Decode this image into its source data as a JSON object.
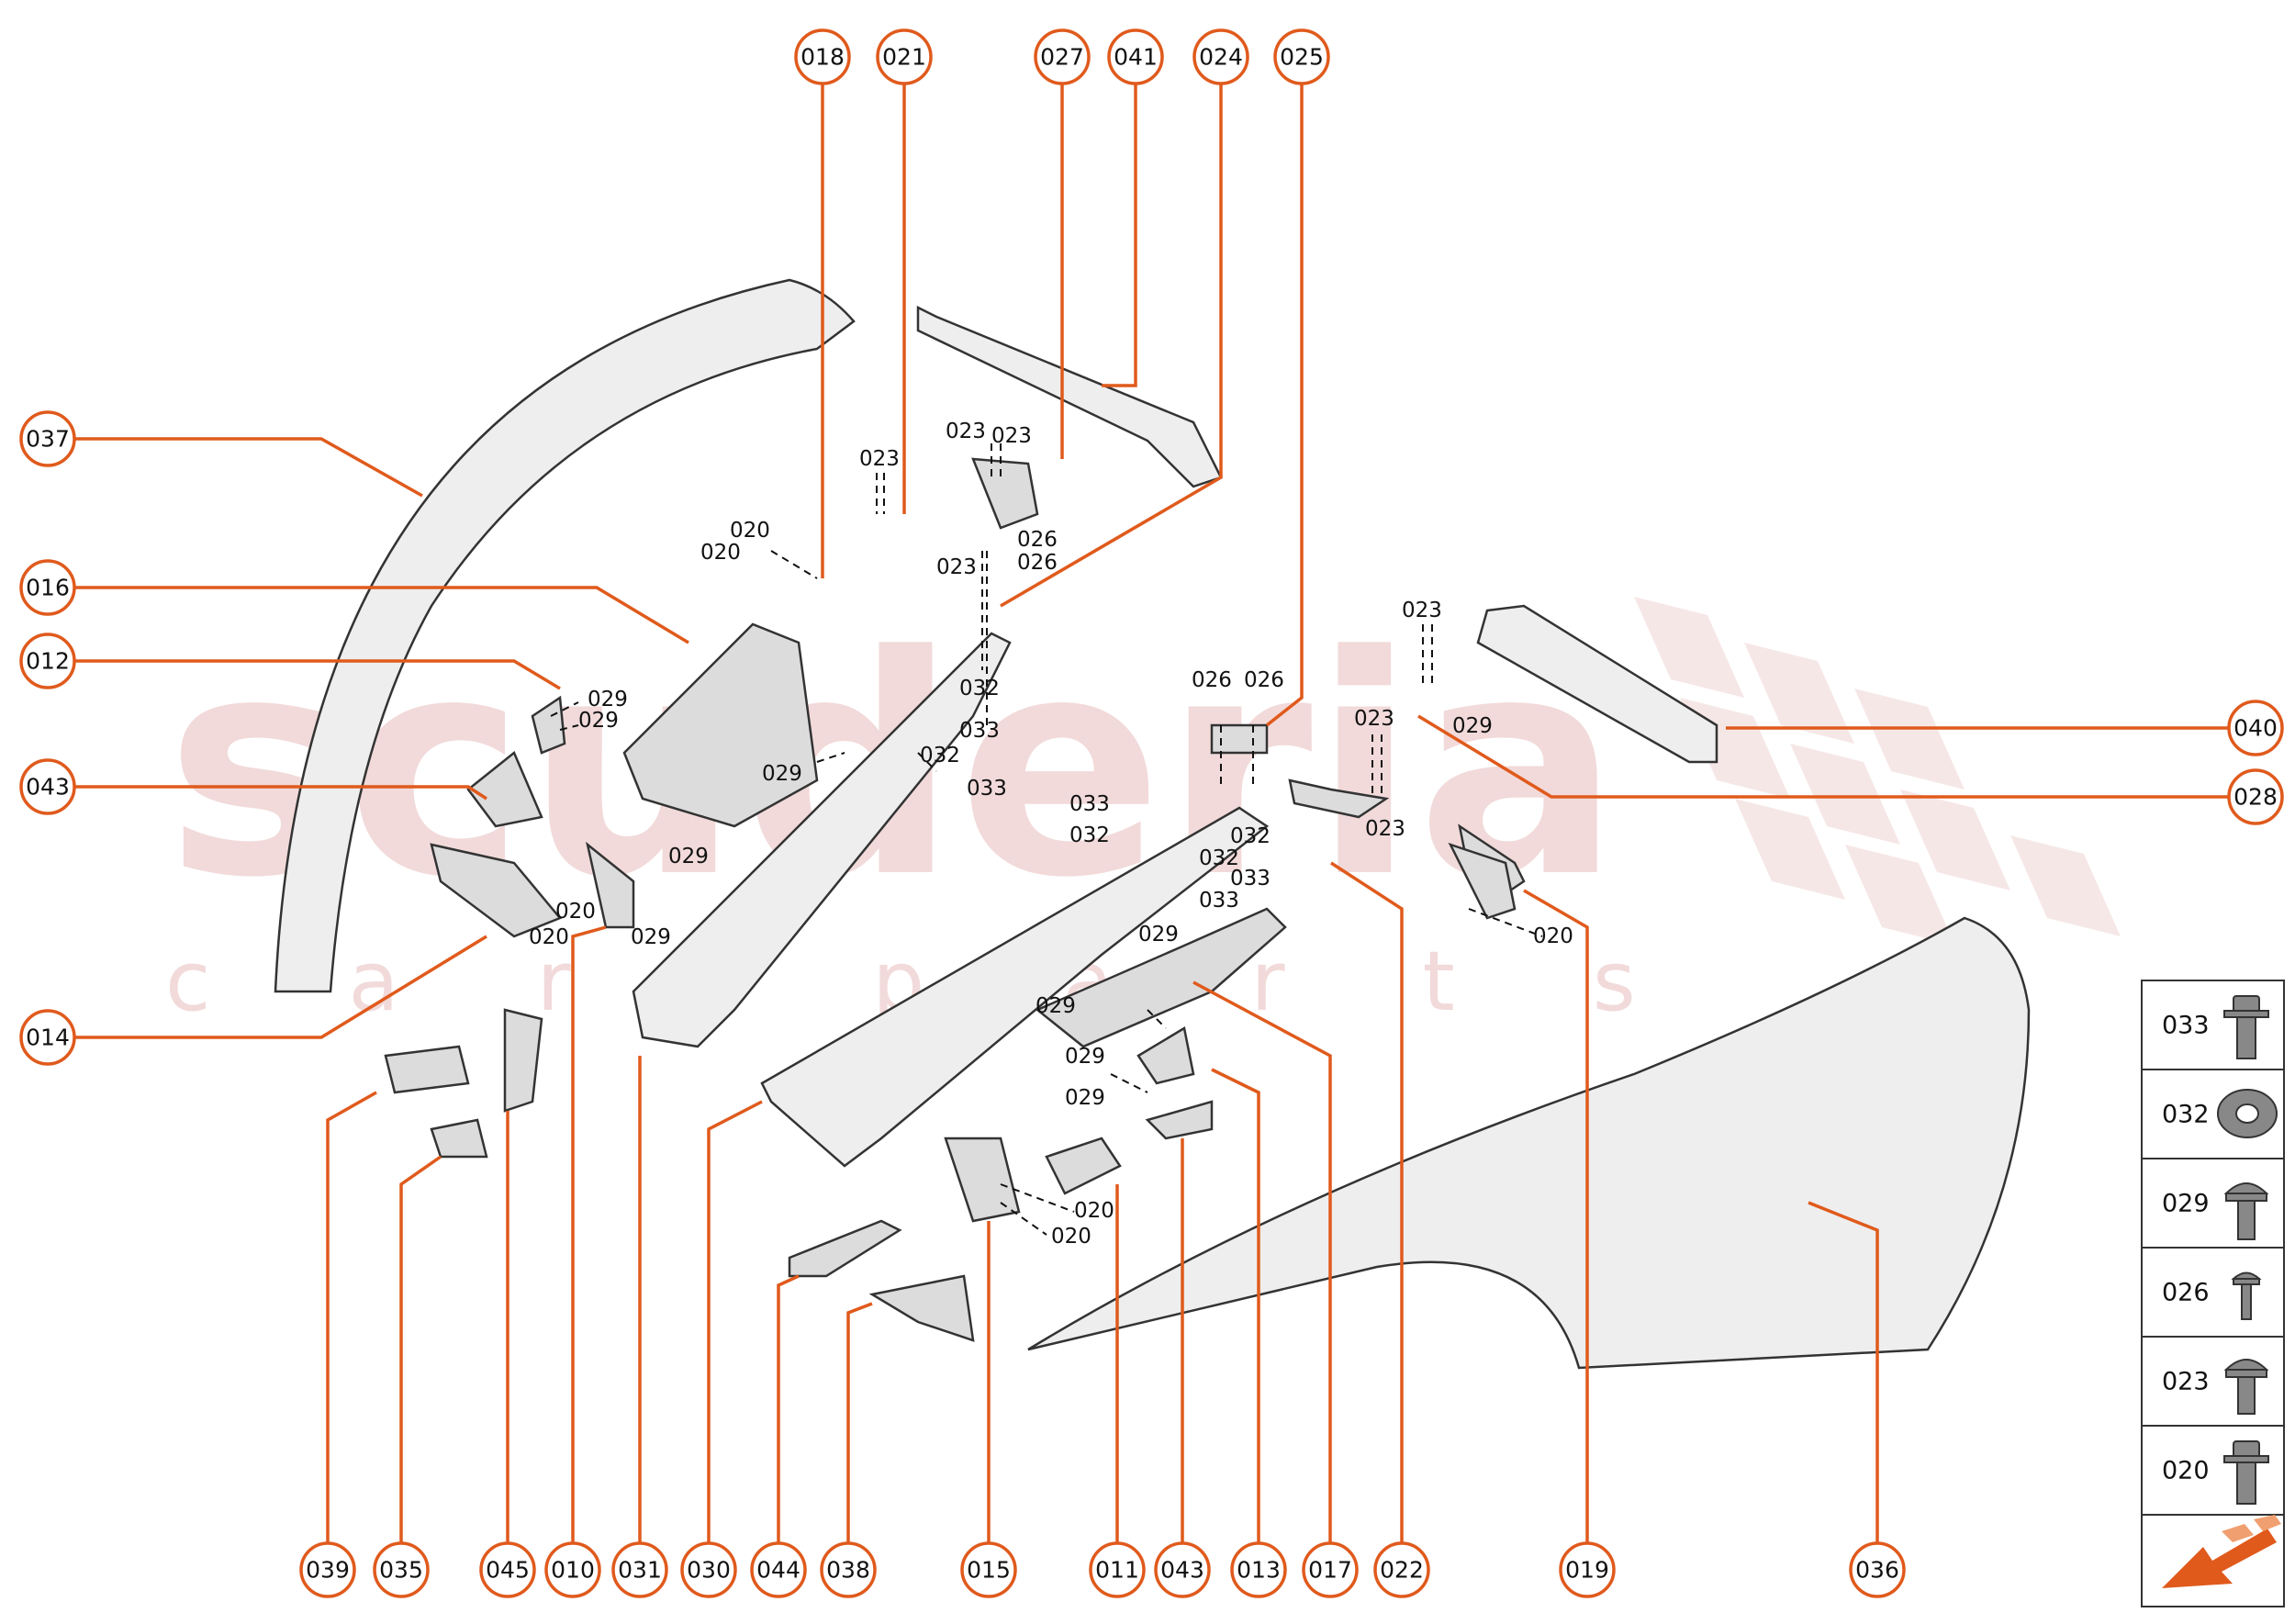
{
  "watermark": {
    "main": "scuderia",
    "sub": "car parts"
  },
  "callouts": {
    "top": [
      "018",
      "021",
      "027",
      "041",
      "024",
      "025"
    ],
    "left": [
      "037",
      "016",
      "012",
      "043",
      "014"
    ],
    "right": [
      "040",
      "028"
    ],
    "bottom": [
      "039",
      "035",
      "045",
      "010",
      "031",
      "030",
      "044",
      "038",
      "015",
      "011",
      "043",
      "013",
      "017",
      "022",
      "019",
      "036"
    ]
  },
  "sub_labels": {
    "s1": "023",
    "s2": "023",
    "s3": "023",
    "s4": "023",
    "s5": "020",
    "s6": "020",
    "s7": "026",
    "s8": "026",
    "s9": "032",
    "s10": "033",
    "s11": "029",
    "s12": "029",
    "s13": "029",
    "s14": "032",
    "s15": "033",
    "s16": "029",
    "s17": "020",
    "s18": "020",
    "s19": "029",
    "s20": "026",
    "s21": "026",
    "s22": "033",
    "s23": "032",
    "s24": "032",
    "s25": "032",
    "s26": "033",
    "s27": "033",
    "s28": "029",
    "s29": "029",
    "s30": "029",
    "s31": "029",
    "s32": "020",
    "s33": "020",
    "s34": "023",
    "s35": "029",
    "s36": "023",
    "s37": "023",
    "s38": "020"
  },
  "legend": {
    "items": [
      {
        "code": "033",
        "icon": "flange-bolt-icon"
      },
      {
        "code": "032",
        "icon": "washer-icon"
      },
      {
        "code": "029",
        "icon": "pan-head-screw-icon"
      },
      {
        "code": "026",
        "icon": "small-screw-icon"
      },
      {
        "code": "023",
        "icon": "screw-icon"
      },
      {
        "code": "020",
        "icon": "flange-bolt-icon"
      }
    ],
    "arrow_icon": "orange-direction-arrow-icon"
  },
  "colors": {
    "accent": "#e05a1c",
    "watermark": "#e8bcbc"
  }
}
